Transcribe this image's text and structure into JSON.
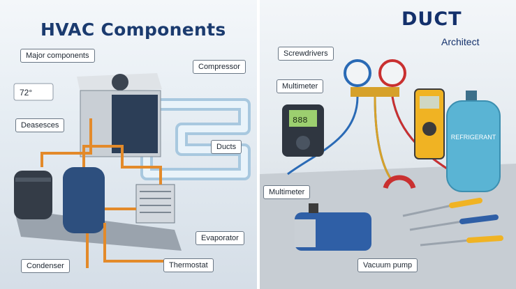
{
  "title": "HVAC Components",
  "logo": {
    "main": "DUCT",
    "sub": "Architect"
  },
  "thermostat_display": "72°",
  "tank_label": "REFRIGERANT",
  "meter_display": "888",
  "left_callouts": {
    "major": "Major components",
    "compressor": "Compressor",
    "deasesces": "Deasesces",
    "ducts": "Ducts",
    "evaporator": "Evaporator",
    "condenser": "Condenser",
    "thermostat": "Thermostat"
  },
  "right_callouts": {
    "screwdrivers": "Screwdrivers",
    "multimeter_top": "Multimeter",
    "multimeter_bottom": "Multimeter",
    "vacuum": "Vacuum pump"
  },
  "colors": {
    "title": "#1b3b6f",
    "logo": "#13306b",
    "copper": "#e38a2a",
    "tank": "#5ab4d4"
  }
}
